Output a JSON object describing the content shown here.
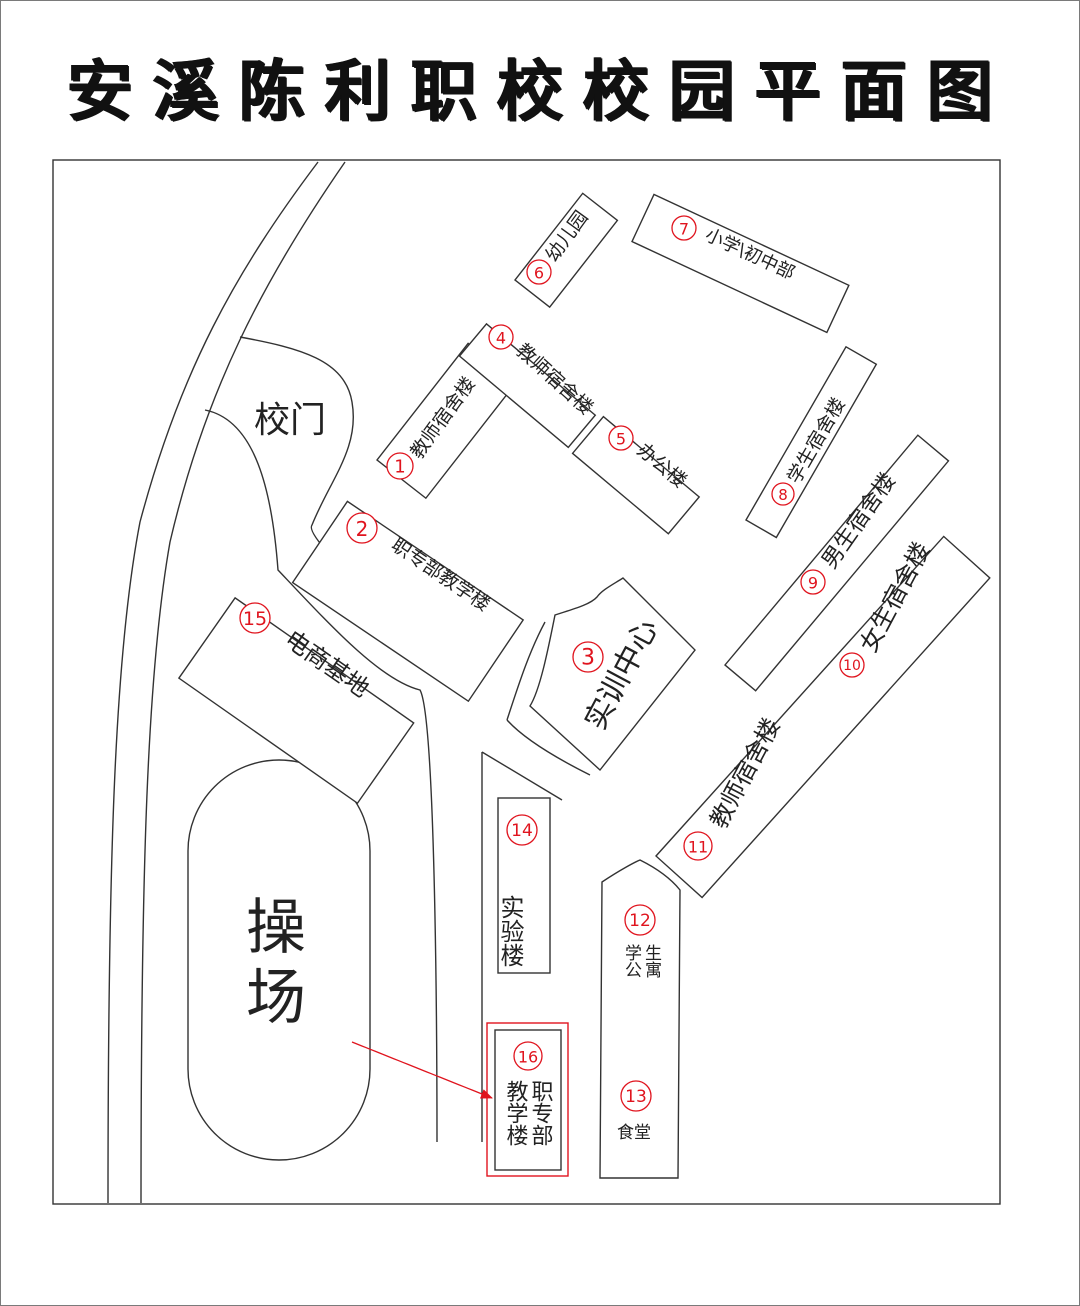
{
  "title": "安溪陈利职校校园平面图",
  "colors": {
    "marker": "#e0141e",
    "line": "#333333",
    "background": "#ffffff"
  },
  "places": {
    "gate": "校门",
    "playground_1": "操",
    "playground_2": "场",
    "b1": {
      "num": "1",
      "name": "教师宿舍楼"
    },
    "b2": {
      "num": "2",
      "name": "职专部教学楼"
    },
    "b3": {
      "num": "3",
      "name": "实训中心"
    },
    "b4": {
      "num": "4",
      "name": "教师宿舍楼"
    },
    "b5": {
      "num": "5",
      "name": "办公楼"
    },
    "b6": {
      "num": "6",
      "name": "幼儿园"
    },
    "b7": {
      "num": "7",
      "name": "小学\\初中部"
    },
    "b8": {
      "num": "8",
      "name": "学生宿舍楼"
    },
    "b9": {
      "num": "9",
      "name": "男生宿舍楼"
    },
    "b10": {
      "num": "10",
      "name": "女生宿舍楼"
    },
    "b11": {
      "num": "11",
      "name": "教师宿舍楼"
    },
    "b12": {
      "num": "12",
      "col1": "学公",
      "col2": "生寓"
    },
    "b13": {
      "num": "13",
      "name": "食堂"
    },
    "b14": {
      "num": "14",
      "name": "实验楼"
    },
    "b15": {
      "num": "15",
      "name": "电商基地"
    },
    "b16": {
      "num": "16",
      "col1": "教学楼",
      "col2": "职专部"
    }
  }
}
